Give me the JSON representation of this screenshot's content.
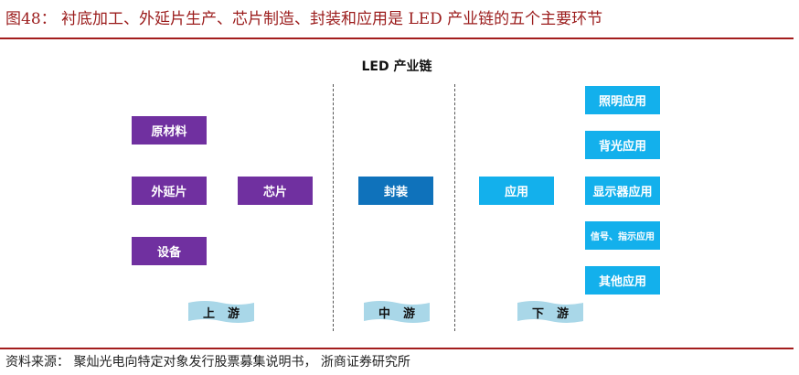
{
  "figure": {
    "title": "图48： 衬底加工、外延片生产、芯片制造、封装和应用是 LED 产业链的五个主要环节",
    "source": "资料来源： 聚灿光电向特定对象发行股票募集说明书， 浙商证券研究所"
  },
  "diagram": {
    "title": "LED 产业链",
    "upstream_inputs": [
      "原材料",
      "外延片",
      "设备"
    ],
    "chip": "芯片",
    "packaging": "封装",
    "application": "应用",
    "application_fields": [
      "照明应用",
      "背光应用",
      "显示器应用",
      "信号、指示应用",
      "其他应用"
    ],
    "stages": [
      "上游",
      "中游",
      "下游"
    ]
  },
  "colors": {
    "upstream": "#7030a0",
    "midstream": "#0f72bb",
    "downstream": "#13b0ec",
    "stage_banner": "#a9d7e8",
    "accent_red": "#a31d1d"
  }
}
